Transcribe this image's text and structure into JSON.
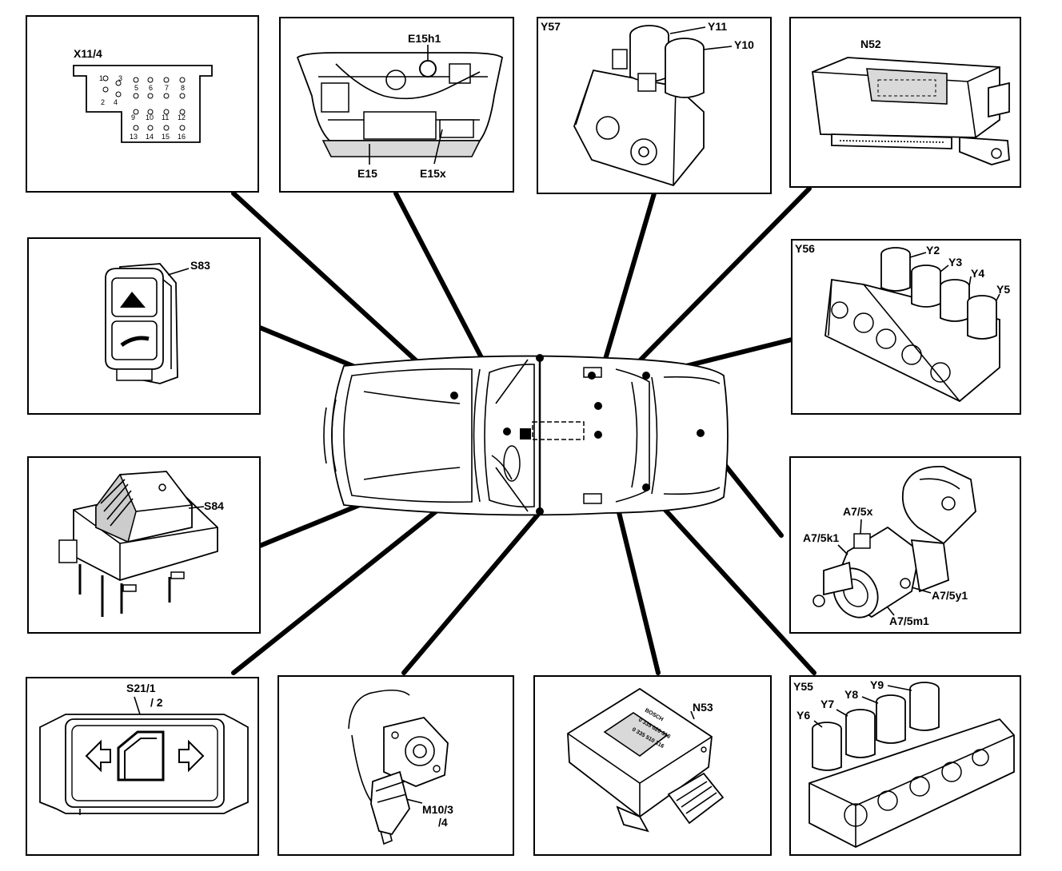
{
  "labels": {
    "x11_4": "X11/4",
    "e15h1": "E15h1",
    "e15": "E15",
    "e15x": "E15x",
    "y57": "Y57",
    "y11": "Y11",
    "y10": "Y10",
    "n52": "N52",
    "s83": "S83",
    "y56": "Y56",
    "y2": "Y2",
    "y3": "Y3",
    "y4": "Y4",
    "y5": "Y5",
    "s84": "S84",
    "a7_5x": "A7/5x",
    "a7_5k1": "A7/5k1",
    "a7_5y1": "A7/5y1",
    "a7_5m1": "A7/5m1",
    "s21_1": "S21/1",
    "s21_2": "/ 2",
    "m10_3": "M10/3",
    "m10_4": "/4",
    "n53": "N53",
    "y55": "Y55",
    "y6": "Y6",
    "y7": "Y7",
    "y8": "Y8",
    "y9": "Y9"
  },
  "connector_pins": [
    "1",
    "2",
    "3",
    "4",
    "5",
    "6",
    "7",
    "8",
    "9",
    "10",
    "11",
    "12",
    "13",
    "14",
    "15",
    "16"
  ],
  "n53_label_text": [
    "BOSCH",
    "0 335 020 316",
    "0 335 510 316"
  ]
}
